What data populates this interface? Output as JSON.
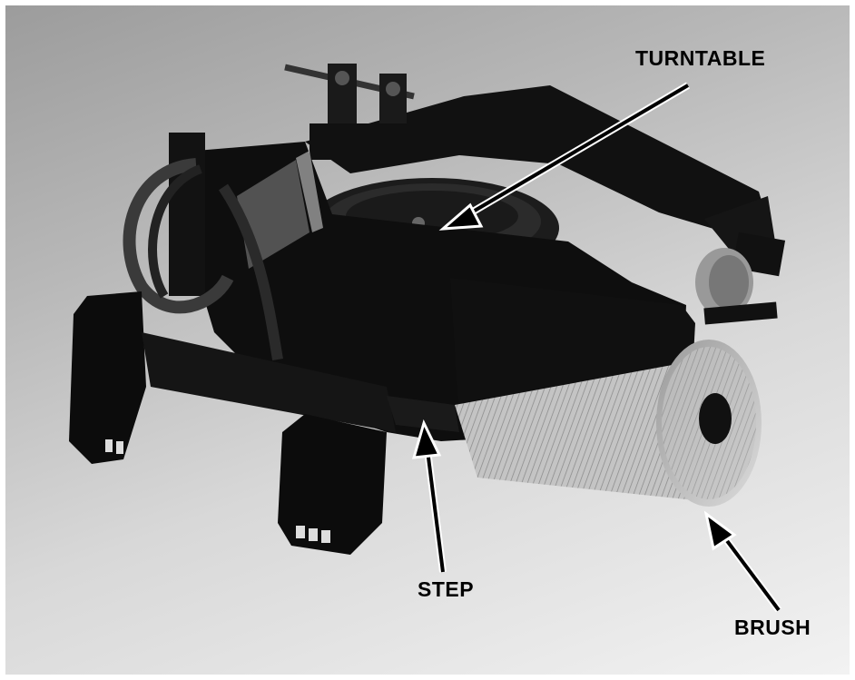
{
  "labels": {
    "turntable": "TURNTABLE",
    "step": "STEP",
    "brush": "BRUSH"
  },
  "colors": {
    "background_top": "#9c9c9c",
    "background_bottom": "#f2f2f2",
    "machine": "#0d0d0d",
    "brush_bristles": "#cfcfcf",
    "arrow_fill": "#000000",
    "arrow_outline": "#ffffff"
  }
}
